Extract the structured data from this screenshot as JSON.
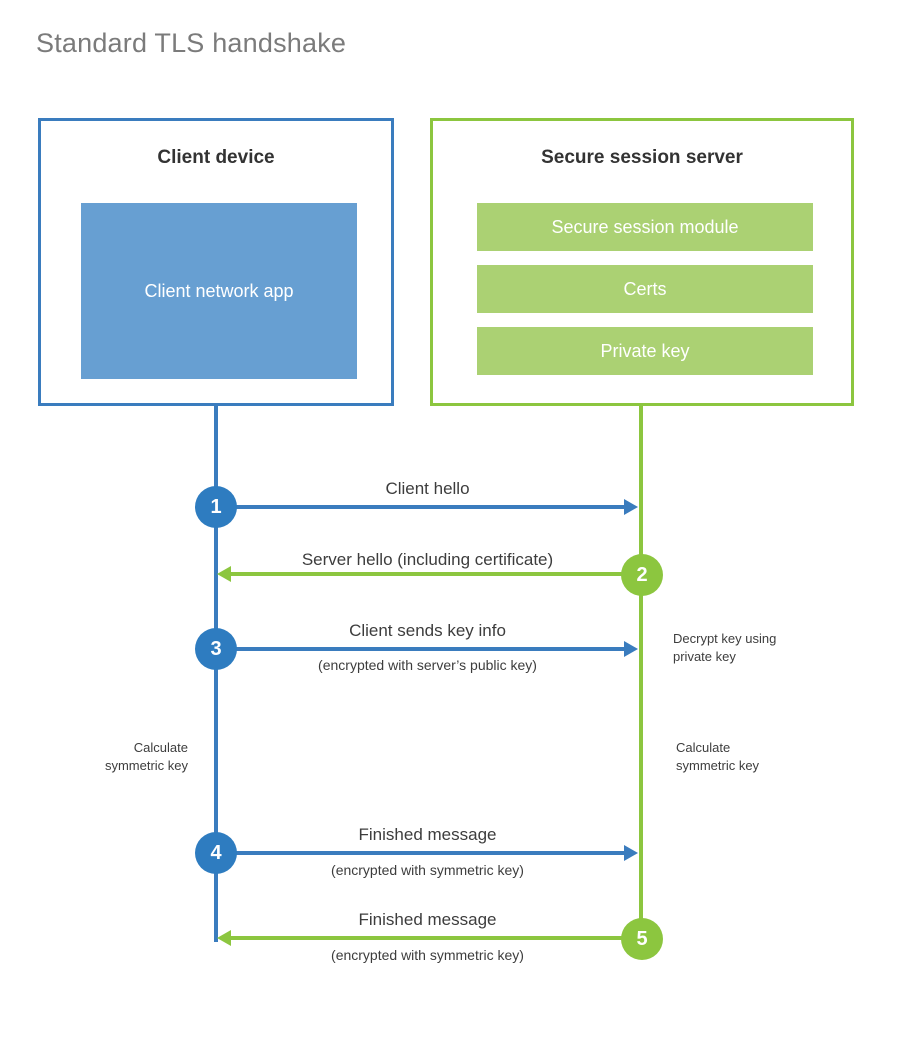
{
  "title": "Standard TLS handshake",
  "client": {
    "header": "Client device",
    "app_label": "Client network app"
  },
  "server": {
    "header": "Secure session server",
    "modules": [
      {
        "label": "Secure session module"
      },
      {
        "label": "Certs"
      },
      {
        "label": "Private key"
      }
    ]
  },
  "steps": [
    {
      "number": "1",
      "label": "Client hello",
      "sublabel": "",
      "direction": "client-to-server",
      "color": "#3a7cbe"
    },
    {
      "number": "2",
      "label": "Server hello (including certificate)",
      "sublabel": "",
      "direction": "server-to-client",
      "color": "#8cc63f"
    },
    {
      "number": "3",
      "label": "Client sends key info",
      "sublabel": "(encrypted with server’s public key)",
      "direction": "client-to-server",
      "color": "#3a7cbe"
    },
    {
      "number": "4",
      "label": "Finished message",
      "sublabel": "(encrypted with symmetric key)",
      "direction": "client-to-server",
      "color": "#3a7cbe"
    },
    {
      "number": "5",
      "label": "Finished message",
      "sublabel": "(encrypted with symmetric key)",
      "direction": "server-to-client",
      "color": "#8cc63f"
    }
  ],
  "notes": {
    "decrypt_key": "Decrypt key using\nprivate key",
    "calculate_symmetric_key_client": "Calculate\nsymmetric key",
    "calculate_symmetric_key_server": "Calculate\nsymmetric key"
  },
  "colors": {
    "client_border": "#3a7cbe",
    "client_fill": "#679fd2",
    "server_border": "#8cc63f",
    "server_fill": "#abd173",
    "circle_blue": "#2e7cc0",
    "circle_green": "#8cc63f",
    "title_text": "#7b7b7b",
    "body_text": "#3d3d3d",
    "background": "#ffffff"
  }
}
